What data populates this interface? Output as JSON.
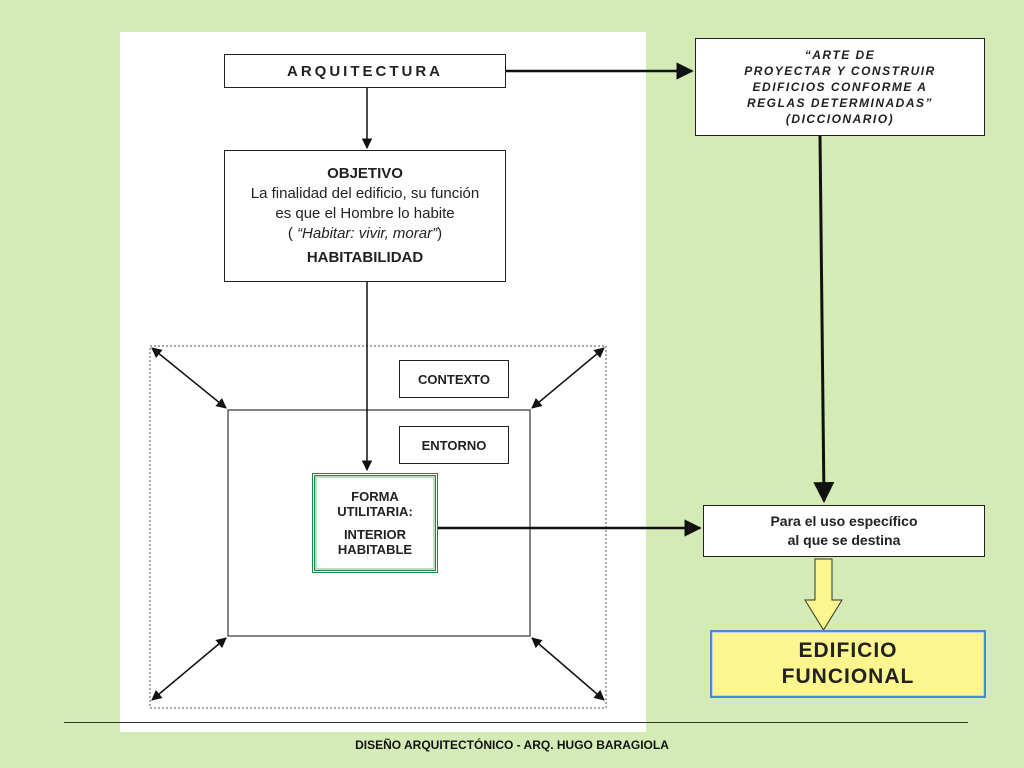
{
  "diagram": {
    "arquitectura": "ARQUITECTURA",
    "objetivo": {
      "title": "OBJETIVO",
      "line1": "La finalidad del edificio, su función",
      "line2": "es que el Hombre lo habite",
      "line3_open": "( ",
      "line3_italic": "“Habitar: vivir, morar”",
      "line3_close": ")",
      "habitabilidad": "HABITABILIDAD"
    },
    "contexto": "CONTEXTO",
    "entorno": "ENTORNO",
    "forma": {
      "line1": "FORMA",
      "line2": "UTILITARIA:",
      "line3": "INTERIOR",
      "line4": "HABITABLE"
    },
    "definicion": {
      "line1": "“ARTE DE",
      "line2": "PROYECTAR Y CONSTRUIR",
      "line3": "EDIFICIOS CONFORME A",
      "line4": "REGLAS DETERMINADAS”",
      "line5": "(DICCIONARIO)"
    },
    "uso": {
      "line1": "Para el uso específico",
      "line2": "al que se destina"
    },
    "edificio": {
      "line1": "EDIFICIO",
      "line2": "FUNCIONAL"
    }
  },
  "footer": "DISEÑO ARQUITECTÓNICO  -  ARQ. HUGO BARAGIOLA",
  "colors": {
    "background": "#d5ebb6",
    "edificio_fill": "#fdf58d",
    "edificio_border": "#4a8ad0",
    "forma_border": "#1e8a46",
    "block_arrow_fill": "#fdf58d"
  }
}
